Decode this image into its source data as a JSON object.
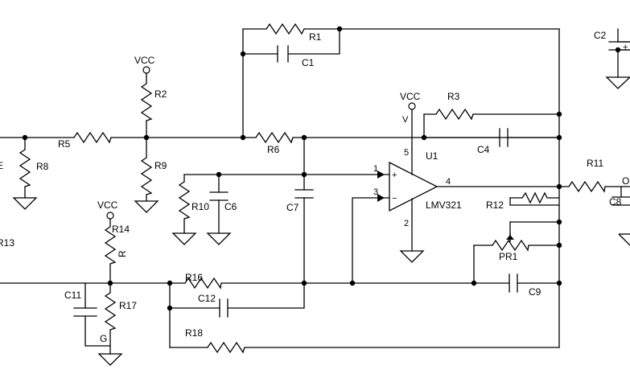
{
  "labels": {
    "R1": "R1",
    "C1": "C1",
    "C2": "C2",
    "C2_pol": "+",
    "VCC_R2": "VCC",
    "R2": "R2",
    "R5": "R5",
    "R6": "R6",
    "R8": "R8",
    "R9": "R9",
    "left_partial": "E",
    "VCC_U1": "VCC",
    "V_pin": "V",
    "R3": "R3",
    "C4": "C4",
    "pin5": "5",
    "U1": "U1",
    "pin1": "1",
    "pin3": "3",
    "pin4": "4",
    "pin2": "2",
    "plus": "+",
    "minus": "−",
    "part": "LMV321",
    "R10": "R10",
    "C6": "C6",
    "C7": "C7",
    "R11": "R11",
    "out_partial": "O",
    "C8": "C8",
    "R12": "R12",
    "PR1": "PR1",
    "C9": "C9",
    "R13_partial": "R13",
    "VCC_R14": "VCC",
    "R14": "R14",
    "R_mark": "R",
    "C11": "C11",
    "R17": "R17",
    "G_mark": "G",
    "R16": "R16",
    "C12": "C12",
    "R18": "R18"
  }
}
